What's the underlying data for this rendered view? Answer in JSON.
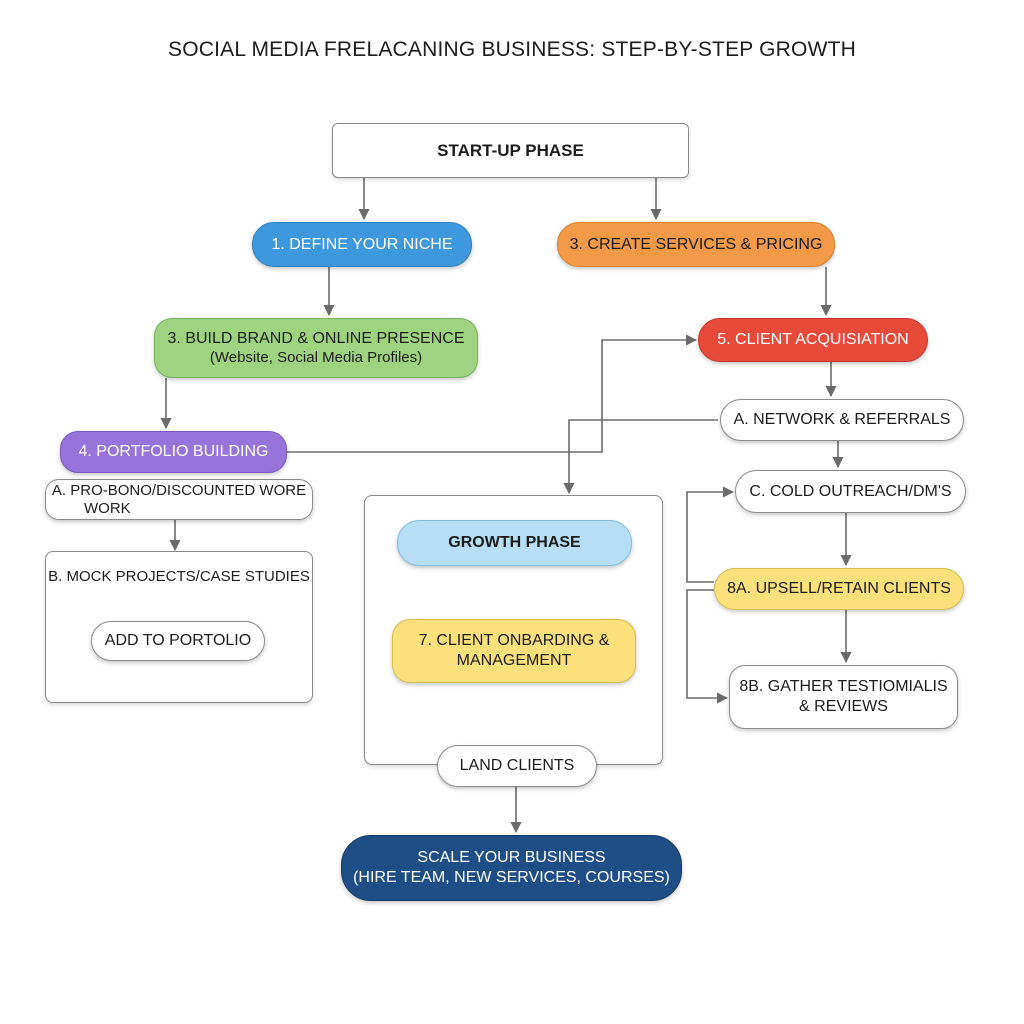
{
  "title": "SOCIAL MEDIA FRELACANING BUSINESS: STEP-BY-STEP GROWTH",
  "colors": {
    "define_niche": "#3d98de",
    "services_pricing": "#f29a48",
    "brand_presence": "#9fd37f",
    "portfolio": "#9773da",
    "client_acquisition": "#e84a3a",
    "growth_phase": "#b6def4",
    "onboarding": "#fbe07c",
    "upsell": "#fbe07c",
    "scale": "#1f4e87",
    "connector": "#6b6b6b"
  },
  "nodes": {
    "startup": "START-UP PHASE",
    "define_niche": "1. DEFINE YOUR NICHE",
    "services_pricing": "3. CREATE SERVICES & PRICING",
    "brand_presence": {
      "line1": "3. BUILD BRAND & ONLINE PRESENCE",
      "line2": "(Website, Social Media Profiles)"
    },
    "portfolio": "4. PORTFOLIO BUILDING",
    "pro_bono": {
      "line1": "A. PRO-BONO/DISCOUNTED WORE",
      "line2": "WORK"
    },
    "mock_projects": "B. MOCK PROJECTS/CASE STUDIES",
    "add_portfolio": "ADD TO PORTOLIO",
    "client_acquisition": "5. CLIENT ACQUISIATION",
    "network_referrals": "A. NETWORK & REFERRALS",
    "cold_outreach": "C. COLD OUTREACH/DM'S",
    "upsell": "8A. UPSELL/RETAIN CLIENTS",
    "testimonials": {
      "line1": "8B. GATHER TESTIOMIALIS",
      "line2": "& REVIEWS"
    },
    "growth_phase": "GROWTH PHASE",
    "onboarding": {
      "line1": "7. CLIENT ONBARDING &",
      "line2": "MANAGEMENT"
    },
    "land_clients": "LAND CLIENTS",
    "scale": {
      "line1": "SCALE YOUR BUSINESS",
      "line2": "(HIRE TEAM, NEW SERVICES, COURSES)"
    }
  }
}
